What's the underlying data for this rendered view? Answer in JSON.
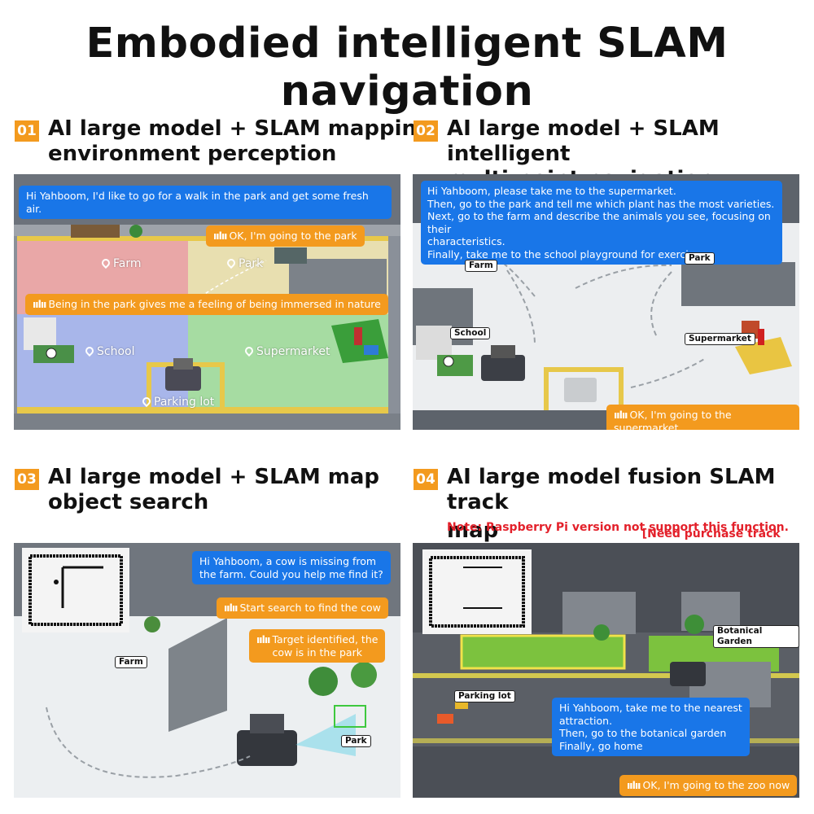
{
  "title": "Embodied intelligent SLAM navigation",
  "sections": [
    {
      "num": "01",
      "title_line1": "AI large model + SLAM mapping",
      "title_line2": "environment perception",
      "bubbles": [
        "Hi Yahboom, I'd like to go for a walk in the park and get some fresh air.",
        "OK, I'm going to the park",
        "Being in the park gives me a feeling of being immersed in nature"
      ],
      "zones": [
        "Farm",
        "Park",
        "School",
        "Supermarket",
        "Parking lot"
      ]
    },
    {
      "num": "02",
      "title_line1": "AI large model + SLAM intelligent",
      "title_line2": "multi-point navigation",
      "bubble_lines": [
        "Hi Yahboom, please take me to the supermarket.",
        "Then, go to the park and tell me which plant has the most varieties.",
        "Next, go to the farm and describe the animals you see, focusing on their",
        "characteristics.",
        "Finally, take me to the school playground for exercise."
      ],
      "reply": "OK, I'm going to the supermarket",
      "tags": [
        "Farm",
        "Park",
        "School",
        "Supermarket"
      ]
    },
    {
      "num": "03",
      "title_line1": "AI large model + SLAM map",
      "title_line2": "object search",
      "bubble_lines": [
        "Hi Yahboom, a cow is missing from",
        "the farm. Could you help me find it?"
      ],
      "reply1": "Start search to find the cow",
      "reply2_lines": [
        "Target identified, the",
        "cow is in the park"
      ],
      "tags": [
        "Farm",
        "Park"
      ]
    },
    {
      "num": "04",
      "title_line1": "AI large model fusion SLAM track",
      "title_line2": "map navigation",
      "note_bracket": "[Need purchase track map]",
      "note_line": "Note: Raspberry Pi version not support this function.",
      "bubble_lines": [
        "Hi Yahboom, take me to the nearest",
        "attraction.",
        "Then, go to the botanical garden",
        "Finally, go home"
      ],
      "reply": "OK, I'm going to the zoo now",
      "tags": [
        "Botanical Garden",
        "Parking lot"
      ]
    }
  ],
  "wave_glyph": "ıılıı",
  "colors": {
    "badge": "#f39a1e",
    "bubble_blue": "#1976e8",
    "bubble_orange": "#f39a1e",
    "note_red": "#e3202a"
  }
}
